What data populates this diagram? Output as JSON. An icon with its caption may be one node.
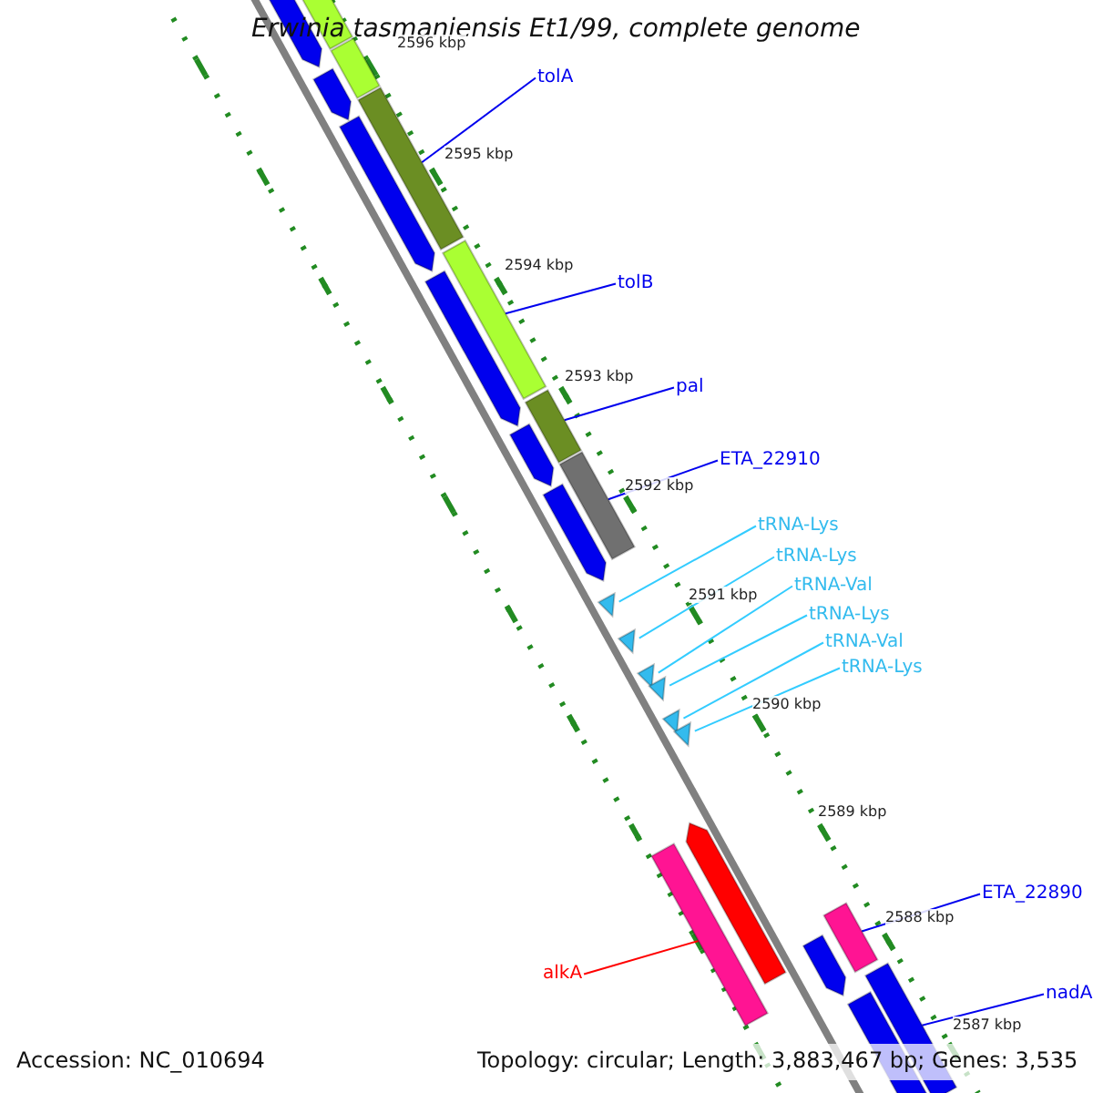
{
  "diagram": {
    "title": "Erwinia tasmaniensis Et1/99, complete genome",
    "nodes": [
      {
        "text": [],
        "shape": "arrow"
      },
      {
        "text": [],
        "shape": "bar"
      },
      {
        "text": [],
        "shape": "bar"
      },
      {
        "text": [],
        "shape": "arrow"
      },
      {
        "text": [
          "tolA"
        ]
      },
      {
        "text": [],
        "shape": "bar"
      },
      {
        "text": [],
        "shape": "arrow"
      },
      {
        "text": [
          "tolB"
        ]
      },
      {
        "text": [],
        "shape": "bar"
      },
      {
        "text": [],
        "shape": "arrow"
      },
      {
        "text": [
          "pal"
        ]
      },
      {
        "text": [],
        "shape": "bar"
      },
      {
        "text": [],
        "shape": "arrow"
      },
      {
        "text": [
          "ETA_22910"
        ]
      },
      {
        "text": [],
        "shape": "bar"
      },
      {
        "text": [],
        "shape": "arrow"
      },
      {
        "text": [
          "tRNA-Lys"
        ]
      },
      {
        "text": [
          "tRNA-Lys"
        ]
      },
      {
        "text": [
          "tRNA-Val"
        ]
      },
      {
        "text": [
          "tRNA-Lys"
        ]
      },
      {
        "text": [
          "tRNA-Val"
        ]
      },
      {
        "text": [
          "tRNA-Lys"
        ]
      },
      {
        "text": [],
        "shape": "triangle"
      },
      {
        "text": [],
        "shape": "triangle"
      },
      {
        "text": [],
        "shape": "triangle"
      },
      {
        "text": [],
        "shape": "triangle"
      },
      {
        "text": [],
        "shape": "triangle"
      },
      {
        "text": [],
        "shape": "triangle"
      },
      {
        "text": [
          "alkA"
        ]
      },
      {
        "text": [],
        "shape": "arrow"
      },
      {
        "text": [],
        "shape": "bar"
      },
      {
        "text": [
          "ETA_22890"
        ]
      },
      {
        "text": [],
        "shape": "bar"
      },
      {
        "text": [],
        "shape": "arrow"
      },
      {
        "text": [
          "nadA"
        ]
      },
      {
        "text": [],
        "shape": "bar"
      },
      {
        "text": [],
        "shape": "bar"
      }
    ],
    "edges": [
      {
        "from": 4,
        "to": 5,
        "arrow": "none"
      },
      {
        "from": 7,
        "to": 8,
        "arrow": "none"
      },
      {
        "from": 10,
        "to": 11,
        "arrow": "none"
      },
      {
        "from": 13,
        "to": 14,
        "arrow": "none"
      },
      {
        "from": 16,
        "to": 22,
        "arrow": "none",
        "color": "#33ccff"
      },
      {
        "from": 17,
        "to": 23,
        "arrow": "none",
        "color": "#33ccff"
      },
      {
        "from": 18,
        "to": 24,
        "arrow": "none",
        "color": "#33ccff"
      },
      {
        "from": 19,
        "to": 25,
        "arrow": "none",
        "color": "#33ccff"
      },
      {
        "from": 20,
        "to": 26,
        "arrow": "none",
        "color": "#33ccff"
      },
      {
        "from": 21,
        "to": 27,
        "arrow": "none",
        "color": "#33ccff"
      },
      {
        "from": 28,
        "to": 30,
        "arrow": "none",
        "color": "#ff0000"
      },
      {
        "from": 31,
        "to": 32,
        "arrow": "none"
      },
      {
        "from": 34,
        "to": 36,
        "arrow": "none"
      }
    ],
    "labels": [
      "2596 kbp",
      "2595 kbp",
      "2594 kbp",
      "2593 kbp",
      "2592 kbp",
      "2591 kbp",
      "2590 kbp",
      "2589 kbp",
      "2588 kbp",
      "2587 kbp",
      "Accession: NC_010694",
      "Topology: circular; Length: 3,883,467 bp; Genes: 3,535"
    ]
  }
}
